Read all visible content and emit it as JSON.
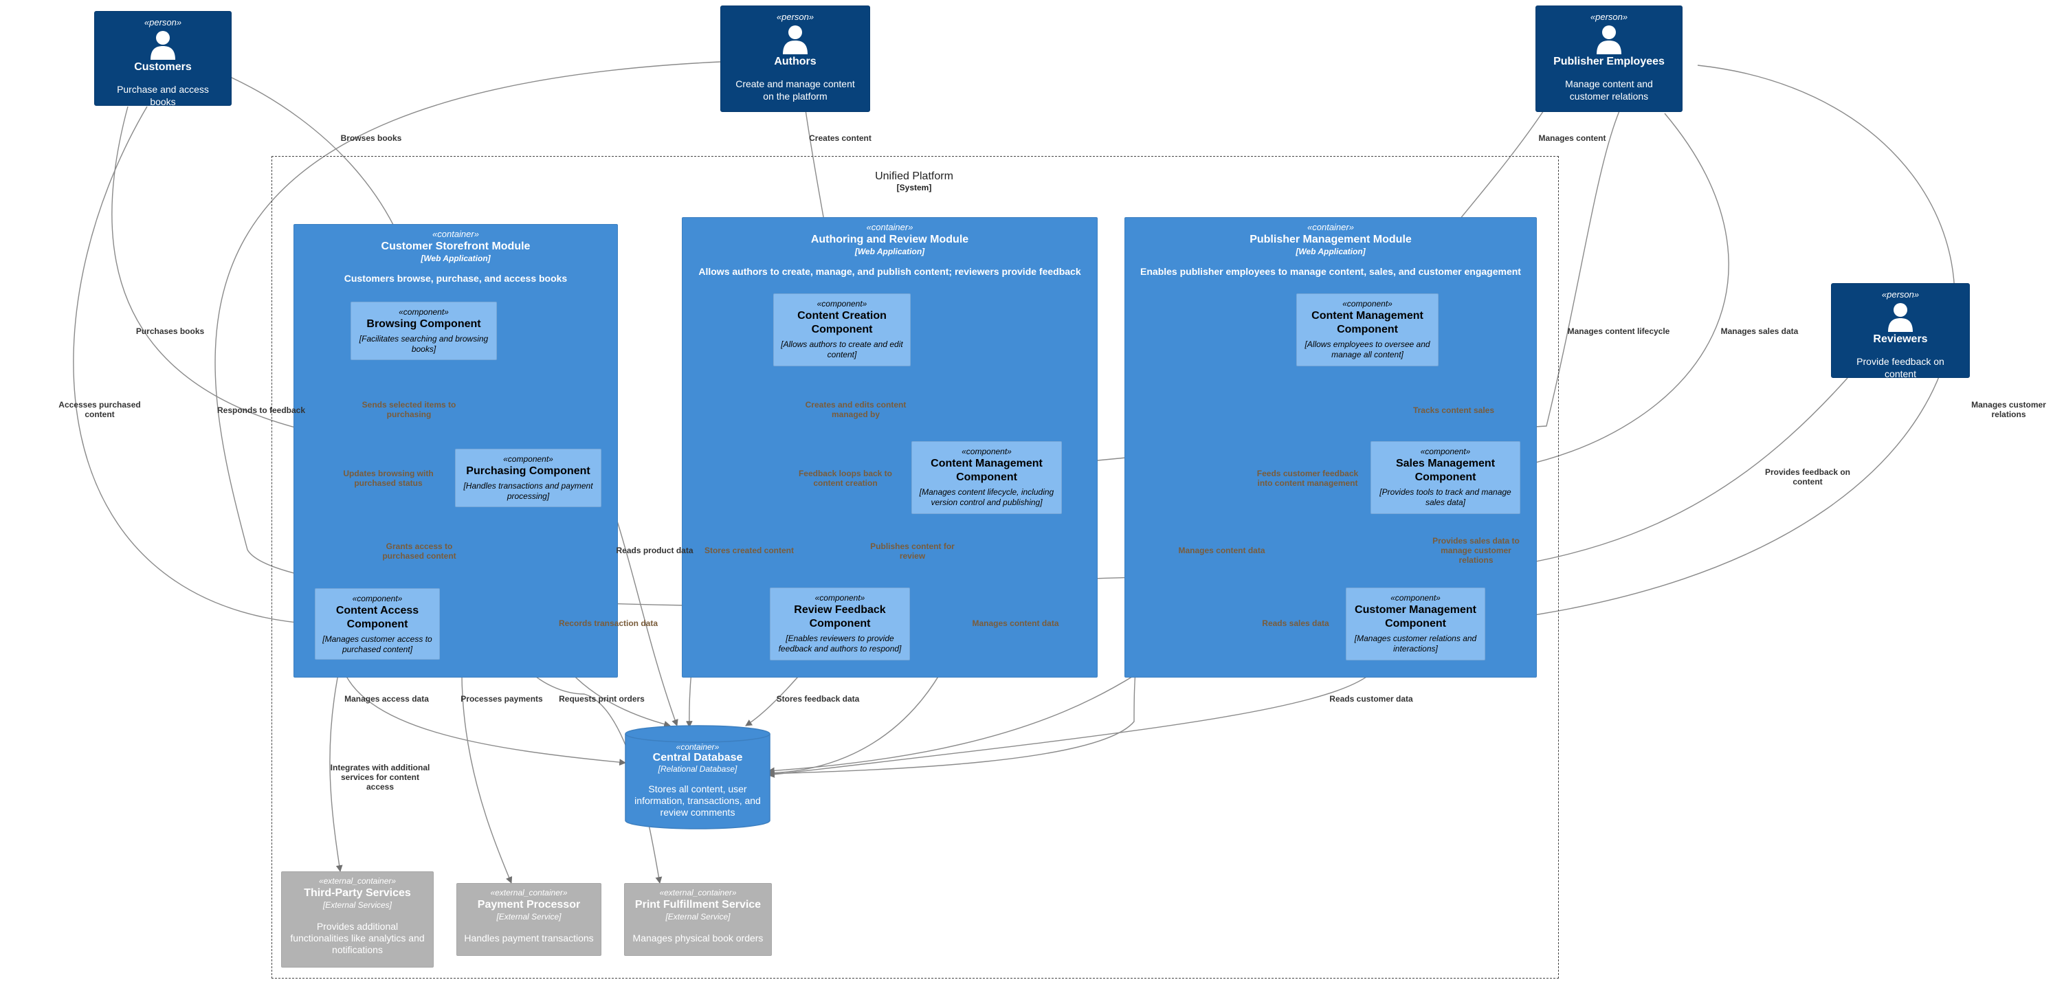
{
  "diagram": {
    "boundary": {
      "title": "Unified Platform",
      "type": "[System]"
    },
    "persons": {
      "customers": {
        "stereotype": "«person»",
        "name": "Customers",
        "description": "Purchase and access books"
      },
      "authors": {
        "stereotype": "«person»",
        "name": "Authors",
        "description": "Create and manage content on the platform"
      },
      "publisher": {
        "stereotype": "«person»",
        "name": "Publisher Employees",
        "description": "Manage content and customer relations"
      },
      "reviewers": {
        "stereotype": "«person»",
        "name": "Reviewers",
        "description": "Provide feedback on content"
      }
    },
    "containers": {
      "storefront": {
        "stereotype": "«container»",
        "name": "Customer Storefront Module",
        "technology": "[Web Application]",
        "description": "Customers browse, purchase, and access books"
      },
      "authoring": {
        "stereotype": "«container»",
        "name": "Authoring and Review Module",
        "technology": "[Web Application]",
        "description": "Allows authors to create, manage, and publish content; reviewers provide feedback"
      },
      "publisher_mgmt": {
        "stereotype": "«container»",
        "name": "Publisher Management Module",
        "technology": "[Web Application]",
        "description": "Enables publisher employees to manage content, sales, and customer engagement"
      },
      "database": {
        "stereotype": "«container»",
        "name": "Central Database",
        "technology": "[Relational Database]",
        "description": "Stores all content, user information, transactions, and review comments"
      }
    },
    "components": {
      "browsing": {
        "stereotype": "«component»",
        "name": "Browsing Component",
        "description": "[Facilitates searching and browsing books]"
      },
      "purchasing": {
        "stereotype": "«component»",
        "name": "Purchasing Component",
        "description": "[Handles transactions and payment processing]"
      },
      "content_access": {
        "stereotype": "«component»",
        "name": "Content Access Component",
        "description": "[Manages customer access to purchased content]"
      },
      "content_creation": {
        "stereotype": "«component»",
        "name": "Content Creation Component",
        "description": "[Allows authors to create and edit content]"
      },
      "content_mgmt_author": {
        "stereotype": "«component»",
        "name": "Content Management Component",
        "description": "[Manages content lifecycle, including version control and publishing]"
      },
      "review_feedback": {
        "stereotype": "«component»",
        "name": "Review Feedback Component",
        "description": "[Enables reviewers to provide feedback and authors to respond]"
      },
      "content_mgmt_pub": {
        "stereotype": "«component»",
        "name": "Content Management Component",
        "description": "[Allows employees to oversee and manage all content]"
      },
      "sales_mgmt": {
        "stereotype": "«component»",
        "name": "Sales Management Component",
        "description": "[Provides tools to track and manage sales data]"
      },
      "customer_mgmt": {
        "stereotype": "«component»",
        "name": "Customer Management Component",
        "description": "[Manages customer relations and interactions]"
      }
    },
    "externals": {
      "third_party": {
        "stereotype": "«external_container»",
        "name": "Third-Party Services",
        "technology": "[External Services]",
        "description": "Provides additional functionalities like analytics and notifications"
      },
      "payment": {
        "stereotype": "«external_container»",
        "name": "Payment Processor",
        "technology": "[External Service]",
        "description": "Handles payment transactions"
      },
      "print": {
        "stereotype": "«external_container»",
        "name": "Print Fulfillment Service",
        "technology": "[External Service]",
        "description": "Manages physical book orders"
      }
    },
    "relations": {
      "browses_books": "Browses books",
      "purchases_books": "Purchases books",
      "accesses_purchased": "Accesses purchased content",
      "responds_feedback": "Responds to feedback",
      "creates_content": "Creates content",
      "manages_content": "Manages content",
      "manages_lifecycle": "Manages content lifecycle",
      "manages_sales": "Manages sales data",
      "manages_customer_relations": "Manages customer relations",
      "provides_feedback": "Provides feedback on content",
      "sends_selected": "Sends selected items to purchasing",
      "updates_browsing": "Updates browsing with purchased status",
      "grants_access": "Grants access to purchased content",
      "reads_product": "Reads product data",
      "records_transaction": "Records transaction data",
      "manages_access": "Manages access data",
      "processes_payments": "Processes payments",
      "requests_print": "Requests print orders",
      "integrates": "Integrates with additional services for content access",
      "creates_edits": "Creates and edits content managed by",
      "feedback_loops": "Feedback loops back to content creation",
      "stores_created": "Stores created content",
      "publishes_review": "Publishes content for review",
      "manages_content_data_a": "Manages content data",
      "stores_feedback": "Stores feedback data",
      "tracks_sales": "Tracks content sales",
      "feeds_customer": "Feeds customer feedback into content management",
      "manages_content_data_p": "Manages content data",
      "provides_sales": "Provides sales data to manage customer relations",
      "reads_sales": "Reads sales data",
      "reads_customer": "Reads customer data"
    }
  }
}
